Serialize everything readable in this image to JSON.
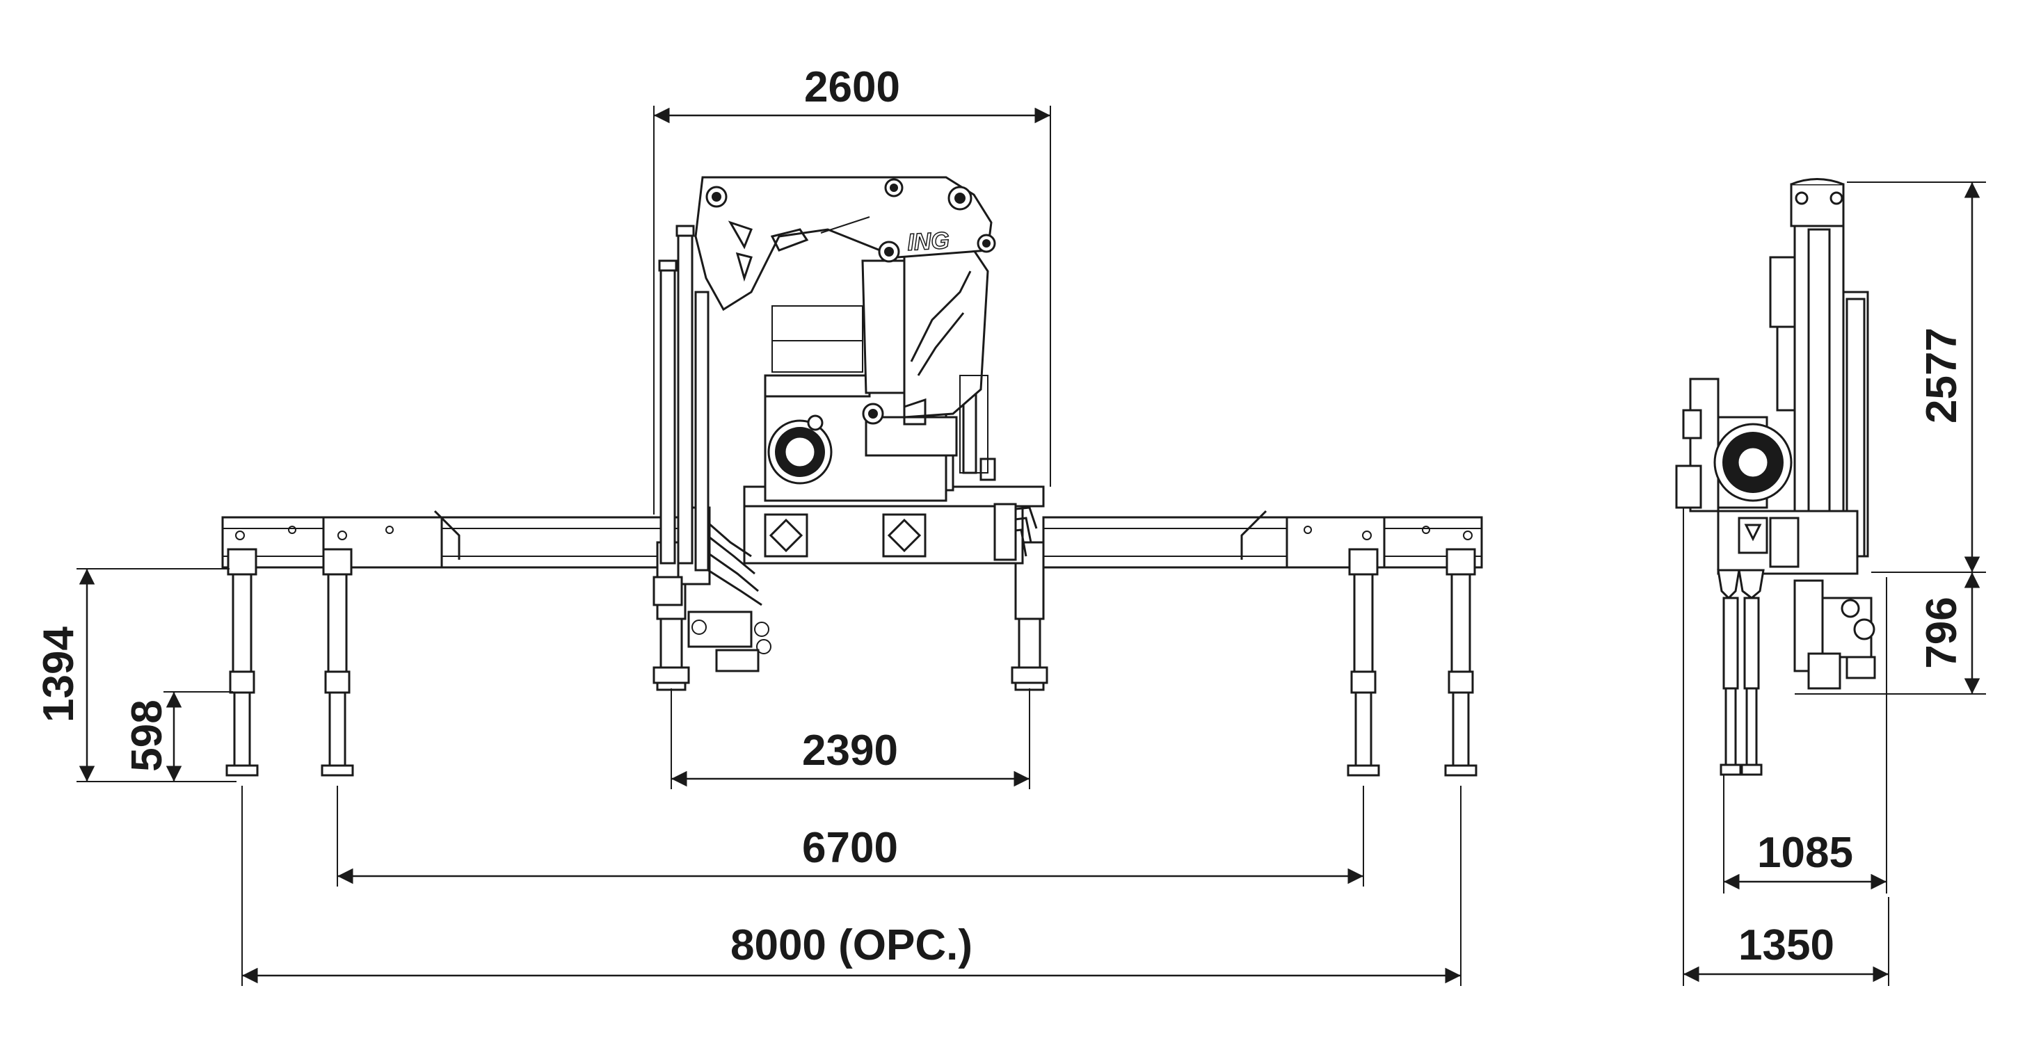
{
  "brand_logo": "ING",
  "dimensions": {
    "crane_width": "2600",
    "stabilizer_inner": "2390",
    "stabilizer_6700": "6700",
    "stabilizer_8000": "8000 (OPC.)",
    "leg_height_total": "1394",
    "leg_height_stroke": "598",
    "side_height_top": "2577",
    "side_height_bottom": "796",
    "side_width_inner": "1085",
    "side_width_outer": "1350"
  },
  "colors": {
    "line": "#1a1a1a",
    "background": "#ffffff"
  }
}
